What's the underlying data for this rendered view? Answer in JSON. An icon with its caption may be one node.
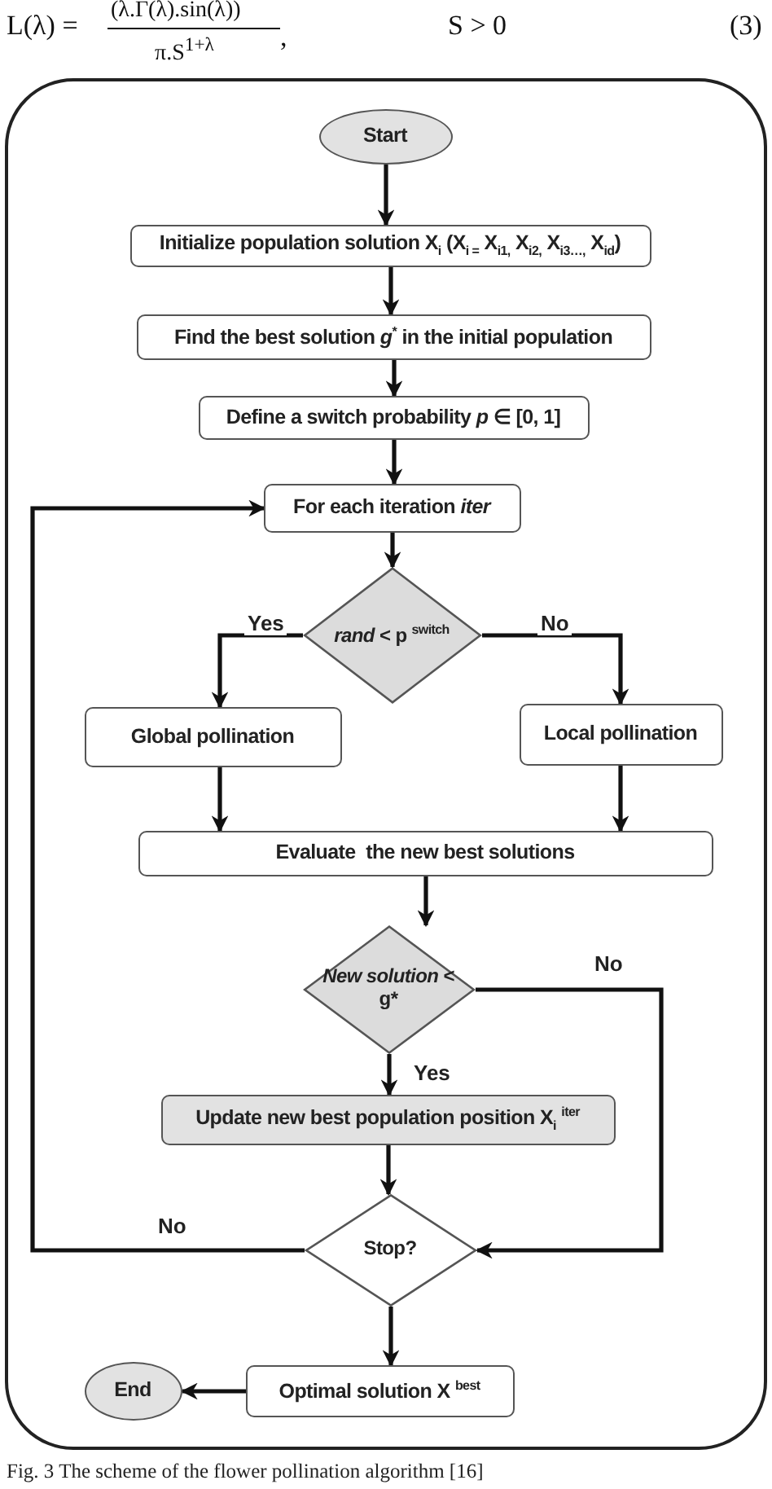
{
  "diagram": {
    "caption": "Fig. 3 The scheme of the flower pollination algorithm [16]",
    "nodes": [
      {
        "text": [],
        "shape": "box"
      },
      {
        "text": [
          "Start"
        ],
        "in": 0
      },
      {
        "text": [
          "Initialize population solution X$_{i}$ (X$_{i =}$ X$_{i1,}$ X$_{i2,}$ X$_{i3…,}$ X$_{id}$)"
        ],
        "in": 0
      },
      {
        "text": [
          "Find the best solution *g*$^{*}$ in the initial population"
        ],
        "in": 0
      },
      {
        "text": [
          "Define a switch probability *p* ∈ [0, 1]"
        ],
        "in": 0
      },
      {
        "text": [
          "For each iteration *iter*"
        ],
        "in": 0
      },
      {
        "text": [
          "*rand* < p $^{switch}$"
        ],
        "in": 0
      },
      {
        "text": [
          "Global pollination"
        ],
        "in": 0
      },
      {
        "text": [
          "Local pollination"
        ],
        "in": 0
      },
      {
        "text": [
          "Evaluate  the new best solutions"
        ],
        "in": 0
      },
      {
        "text": [
          "*New solution* < g*"
        ],
        "in": 0
      },
      {
        "text": [
          "Update new best population position X$_{i}$ $^{iter}$"
        ],
        "in": 0
      },
      {
        "text": [
          "Stop?"
        ],
        "in": 0
      },
      {
        "text": [
          "Optimal solution X $^{best}$"
        ],
        "in": 0
      },
      {
        "text": [
          "End"
        ],
        "in": 0
      }
    ],
    "edges": [
      {
        "from": 1,
        "to": 2,
        "arrow": "to"
      },
      {
        "from": 2,
        "to": 3,
        "arrow": "to"
      },
      {
        "from": 3,
        "to": 4,
        "arrow": "to"
      },
      {
        "from": 4,
        "to": 5,
        "arrow": "to"
      },
      {
        "from": 5,
        "to": 6,
        "arrow": "to"
      },
      {
        "from": 6,
        "to": 7,
        "arrow": "to",
        "label": "Yes"
      },
      {
        "from": 6,
        "to": 8,
        "arrow": "to",
        "label": "No"
      },
      {
        "from": 7,
        "to": 9,
        "arrow": "to"
      },
      {
        "from": 8,
        "to": 9,
        "arrow": "to"
      },
      {
        "from": 9,
        "to": 10,
        "arrow": "to"
      },
      {
        "from": 10,
        "to": 11,
        "arrow": "to",
        "label": "Yes"
      },
      {
        "from": 10,
        "to": 12,
        "arrow": "to",
        "label": "No"
      },
      {
        "from": 11,
        "to": 12,
        "arrow": "to"
      },
      {
        "from": 12,
        "to": 5,
        "arrow": "to",
        "label": "No"
      },
      {
        "from": 12,
        "to": 13,
        "arrow": "to"
      },
      {
        "from": 13,
        "to": 14,
        "arrow": "to"
      }
    ],
    "labels": [
      "L(λ) =",
      "(λ.Γ(λ).sin(λ))",
      "π.S$^{1+λ}$",
      ",",
      "S > 0",
      "(3)"
    ]
  }
}
